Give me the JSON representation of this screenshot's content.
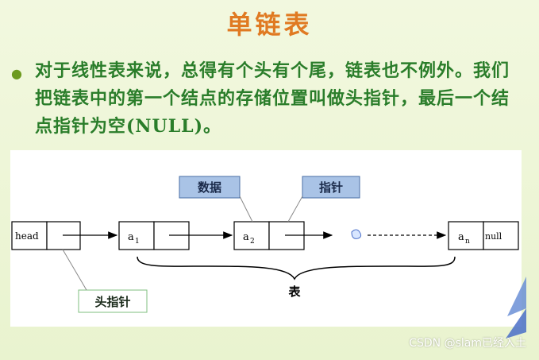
{
  "slide": {
    "title": "单链表",
    "bullet": "对于线性表来说，总得有个头有个尾，链表也不例外。我们把链表中的第一个结点的存储位置叫做头指针，最后一个结点指针为空(NULL)。"
  },
  "diagram": {
    "head_label": "head",
    "node1_label": "a",
    "node1_sub": "1",
    "node2_label": "a",
    "node2_sub": "2",
    "last_label": "a",
    "last_sub": "n",
    "null_label": "null",
    "callout_data": "数据",
    "callout_pointer": "指针",
    "callout_head_pointer": "头指针",
    "brace_label": "表"
  },
  "watermark": "CSDN @slam已经入土",
  "colors": {
    "title": "#e07a22",
    "body_text": "#2a7d2a",
    "callout_fill": "#a9c3e6",
    "callout_border": "#4a6fa5",
    "callout_head_border": "#7fbf7f"
  }
}
